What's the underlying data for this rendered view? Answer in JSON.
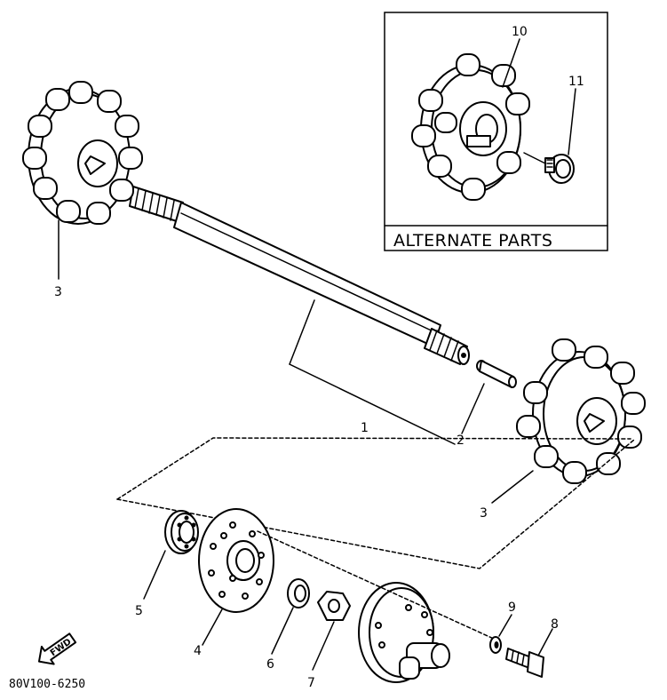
{
  "callouts": {
    "c1": "1",
    "c2": "2",
    "c3a": "3",
    "c3b": "3",
    "c4": "4",
    "c5": "5",
    "c6": "6",
    "c7": "7",
    "c8": "8",
    "c9": "9",
    "c10": "10",
    "c11": "11"
  },
  "inset_title": "ALTERNATE PARTS",
  "fwd_label": "FWD",
  "diagram_code": "80V100-6250"
}
